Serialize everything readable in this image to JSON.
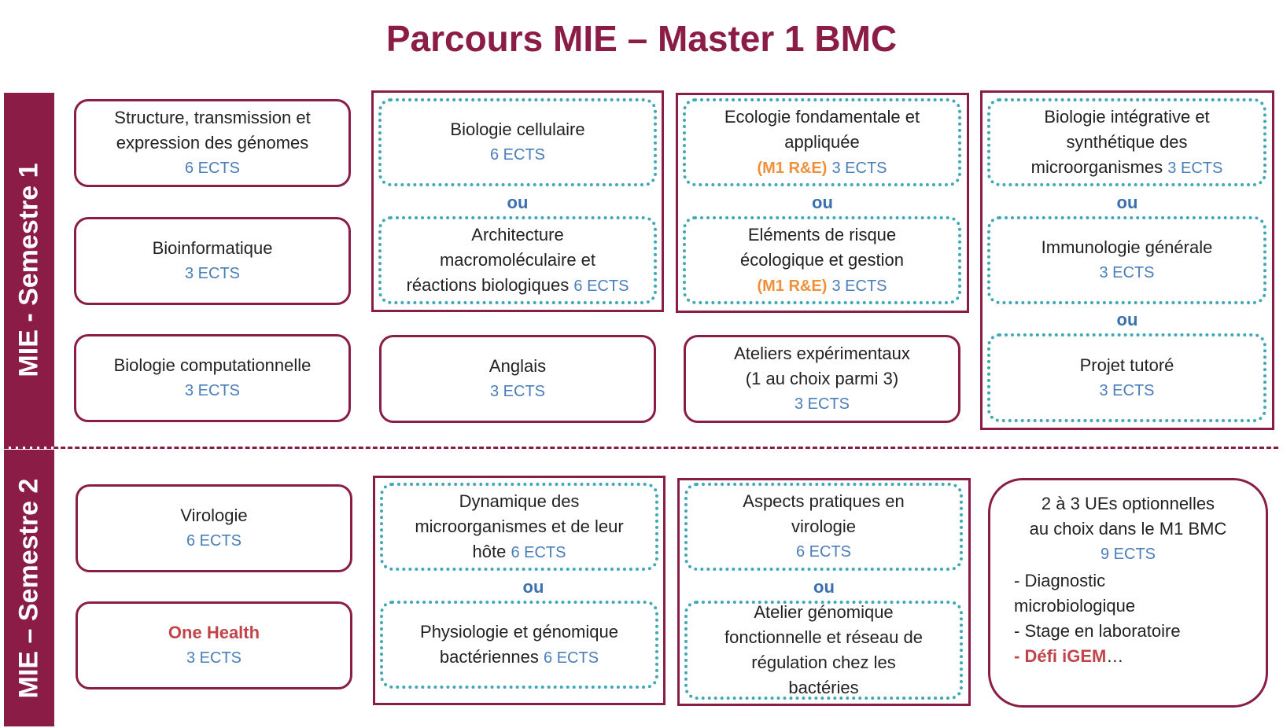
{
  "title": "Parcours MIE – Master 1 BMC",
  "semesters": {
    "s1": "MIE - Semestre 1",
    "s2": "MIE – Semestre 2"
  },
  "ou": "ou",
  "s1": {
    "col1": [
      {
        "line1": "Structure, transmission et",
        "line2": "expression des génomes",
        "ects": "6 ECTS"
      },
      {
        "line1": "Bioinformatique",
        "ects": "3 ECTS"
      },
      {
        "line1": "Biologie computationnelle",
        "ects": "3 ECTS"
      }
    ],
    "col2": {
      "opt_a": {
        "line1": "Biologie cellulaire",
        "ects": "6 ECTS"
      },
      "opt_b": {
        "line1": "Architecture",
        "line2": "macromoléculaire et",
        "line3": "réactions biologiques",
        "ects": "6 ECTS"
      },
      "anglais": {
        "line1": "Anglais",
        "ects": "3 ECTS"
      }
    },
    "col3": {
      "opt_a": {
        "line1": "Ecologie fondamentale et",
        "line2": "appliquée",
        "tag": "(M1 R&E)",
        "ects": "3 ECTS"
      },
      "opt_b": {
        "line1": "Eléments de risque",
        "line2": "écologique et gestion",
        "tag": "(M1 R&E)",
        "ects": "3 ECTS"
      },
      "ateliers": {
        "line1": "Ateliers expérimentaux",
        "line2": "(1 au choix parmi 3)",
        "ects": "3 ECTS"
      }
    },
    "col4": {
      "opt_a": {
        "line1": "Biologie intégrative et",
        "line2": "synthétique des",
        "line3": "microorganismes",
        "ects": "3 ECTS"
      },
      "opt_b": {
        "line1": "Immunologie générale",
        "ects": "3 ECTS"
      },
      "opt_c": {
        "line1": "Projet tutoré",
        "ects": "3 ECTS"
      }
    }
  },
  "s2": {
    "col1": {
      "virologie": {
        "line1": "Virologie",
        "ects": "6 ECTS"
      },
      "onehealth": {
        "line1": "One Health",
        "ects": "3 ECTS"
      }
    },
    "col2": {
      "opt_a": {
        "line1": "Dynamique des",
        "line2": "microorganismes et de leur",
        "line3": "hôte",
        "ects": "6 ECTS"
      },
      "opt_b": {
        "line1": "Physiologie et génomique",
        "line2": "bactériennes",
        "ects": "6 ECTS"
      }
    },
    "col3": {
      "opt_a": {
        "line1": "Aspects pratiques en",
        "line2": "virologie",
        "ects": "6 ECTS"
      },
      "opt_b": {
        "line1": "Atelier génomique",
        "line2": "fonctionnelle et réseau de",
        "line3": "régulation chez les",
        "line4": "bactéries"
      }
    },
    "col4": {
      "line1": "2 à 3 UEs optionnelles",
      "line2": "au choix dans le M1 BMC",
      "ects": "9 ECTS",
      "items": [
        "- Diagnostic",
        "microbiologique",
        "- Stage en laboratoire"
      ],
      "last_prefix": "- ",
      "last_highlight": "Défi iGEM",
      "last_suffix": "…"
    }
  },
  "colors": {
    "primary": "#8a1c45",
    "dotted": "#3ea8b5",
    "ects": "#4a7ebb",
    "tag": "#f0903a",
    "highlight": "#c0444a"
  }
}
